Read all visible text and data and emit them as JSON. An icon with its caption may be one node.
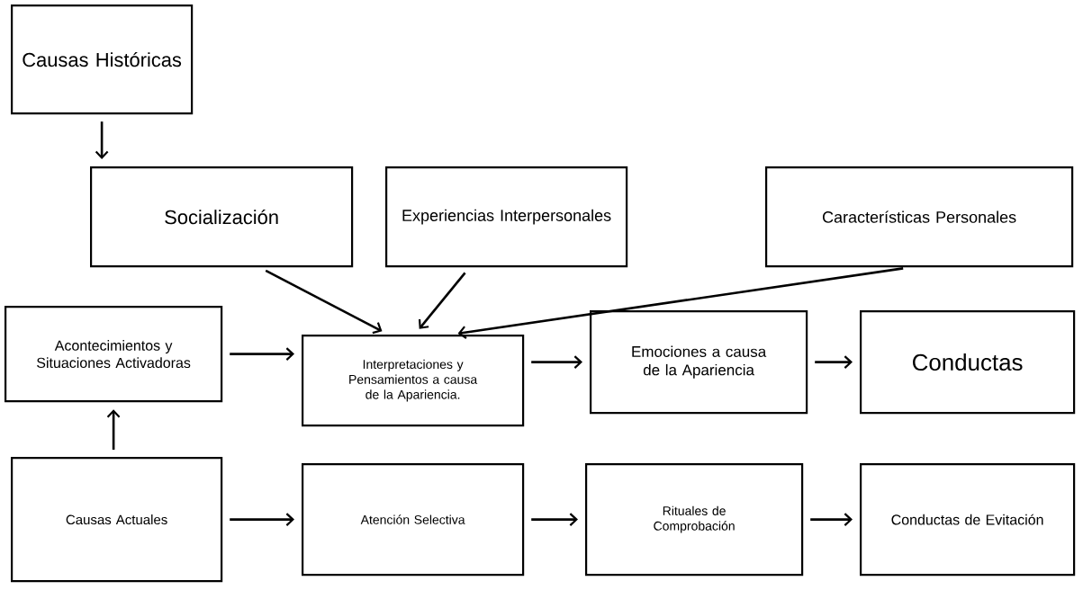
{
  "diagram": {
    "nodes": [
      {
        "text": [
          "Causas Históricas"
        ]
      },
      {
        "text": [
          "Socialización"
        ]
      },
      {
        "text": [
          "Experiencias Interpersonales"
        ]
      },
      {
        "text": [
          "Características Personales"
        ]
      },
      {
        "text": [
          "Acontecimientos y Situaciones Activadoras"
        ]
      },
      {
        "text": [
          "Interpretaciones y Pensamientos a causa de la Apariencia."
        ]
      },
      {
        "text": [
          "Emociones a causa de la Apariencia"
        ]
      },
      {
        "text": [
          "Conductas"
        ]
      },
      {
        "text": [
          "Causas Actuales"
        ]
      },
      {
        "text": [
          "Atención Selectiva"
        ]
      },
      {
        "text": [
          "Rituales de Comprobación"
        ]
      },
      {
        "text": [
          "Conductas de Evitación"
        ]
      }
    ],
    "edges": [
      {
        "from": 0,
        "to": 1,
        "arrow": "to"
      },
      {
        "from": 1,
        "to": 5,
        "arrow": "to"
      },
      {
        "from": 2,
        "to": 5,
        "arrow": "to"
      },
      {
        "from": 3,
        "to": 5,
        "arrow": "to"
      },
      {
        "from": 4,
        "to": 5,
        "arrow": "to"
      },
      {
        "from": 5,
        "to": 6,
        "arrow": "to"
      },
      {
        "from": 6,
        "to": 7,
        "arrow": "to"
      },
      {
        "from": 8,
        "to": 4,
        "arrow": "to"
      },
      {
        "from": 8,
        "to": 9,
        "arrow": "to"
      },
      {
        "from": 9,
        "to": 10,
        "arrow": "to"
      },
      {
        "from": 10,
        "to": 11,
        "arrow": "to"
      }
    ]
  }
}
